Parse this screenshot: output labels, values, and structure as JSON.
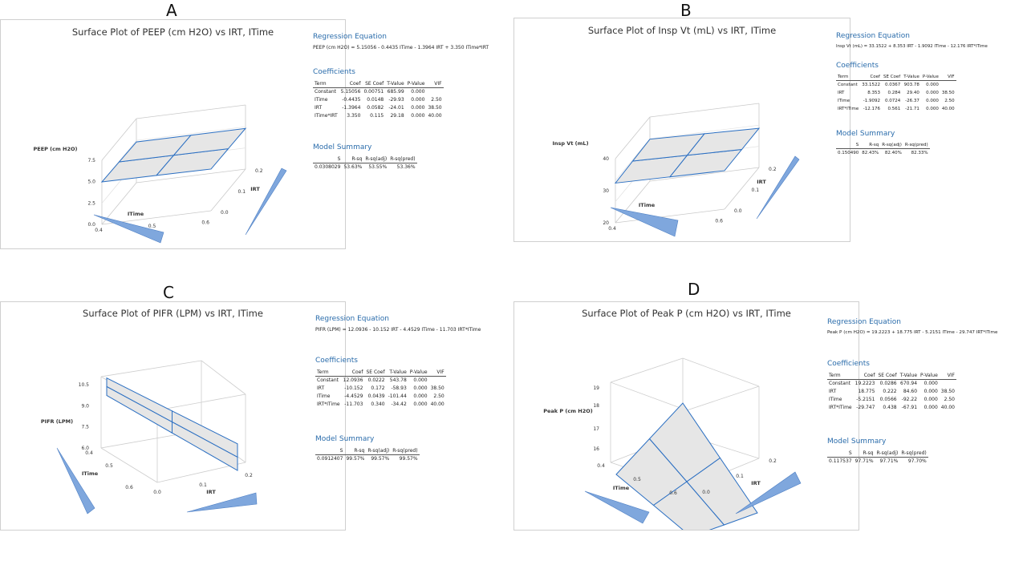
{
  "panels": [
    {
      "letter": "A",
      "title": "Surface Plot of PEEP (cm H2O) vs IRT, ITime",
      "zlabel": "PEEP (cm H2O)",
      "xlabel": "ITime",
      "ylabel": "IRT",
      "zticks": [
        "7.5",
        "5.0",
        "2.5",
        "0.0"
      ],
      "xticks": [
        "0.4",
        "0.5",
        "0.6"
      ],
      "yticks": [
        "0.2",
        "0.1",
        "0.0"
      ],
      "regression_heading": "Regression Equation",
      "equation": "PEEP (cm H2O)  =  5.15056 - 0.4435 ITime - 1.3964 IRT + 3.350 ITime*IRT",
      "coef_heading": "Coefficients",
      "coef_headers": [
        "Term",
        "Coef",
        "SE Coef",
        "T-Value",
        "P-Value",
        "VIF"
      ],
      "coef_rows": [
        [
          "Constant",
          "5.15056",
          "0.00751",
          "685.99",
          "0.000",
          ""
        ],
        [
          "ITime",
          "-0.4435",
          "0.0148",
          "-29.93",
          "0.000",
          "2.50"
        ],
        [
          "IRT",
          "-1.3964",
          "0.0582",
          "-24.01",
          "0.000",
          "38.50"
        ],
        [
          "ITime*IRT",
          "3.350",
          "0.115",
          "29.18",
          "0.000",
          "40.00"
        ]
      ],
      "summary_heading": "Model Summary",
      "summary_headers": [
        "S",
        "R-sq",
        "R-sq(adj)",
        "R-sq(pred)"
      ],
      "summary_row": [
        "0.0308029",
        "53.63%",
        "53.55%",
        "53.36%"
      ]
    },
    {
      "letter": "B",
      "title": "Surface Plot of Insp Vt (mL) vs IRT, ITime",
      "zlabel": "Insp Vt (mL)",
      "xlabel": "ITime",
      "ylabel": "IRT",
      "zticks": [
        "40",
        "30",
        "20"
      ],
      "xticks": [
        "0.4",
        "0.5",
        "0.6"
      ],
      "yticks": [
        "0.2",
        "0.1",
        "0.0"
      ],
      "regression_heading": "Regression Equation",
      "equation": "Insp Vt (mL)  =  33.1522 + 8.353 IRT - 1.9092 ITime - 12.176 IRT*ITime",
      "coef_heading": "Coefficients",
      "coef_headers": [
        "Term",
        "Coef",
        "SE Coef",
        "T-Value",
        "P-Value",
        "VIF"
      ],
      "coef_rows": [
        [
          "Constant",
          "33.1522",
          "0.0367",
          "903.78",
          "0.000",
          ""
        ],
        [
          "IRT",
          "8.353",
          "0.284",
          "29.40",
          "0.000",
          "38.50"
        ],
        [
          "ITime",
          "-1.9092",
          "0.0724",
          "-26.37",
          "0.000",
          "2.50"
        ],
        [
          "IRT*ITime",
          "-12.176",
          "0.561",
          "-21.71",
          "0.000",
          "40.00"
        ]
      ],
      "summary_heading": "Model Summary",
      "summary_headers": [
        "S",
        "R-sq",
        "R-sq(adj)",
        "R-sq(pred)"
      ],
      "summary_row": [
        "0.150490",
        "82.43%",
        "82.40%",
        "82.33%"
      ]
    },
    {
      "letter": "C",
      "title": "Surface Plot of PIFR (LPM) vs IRT, ITime",
      "zlabel": "PIFR (LPM)",
      "xlabel": "ITime",
      "ylabel": "IRT",
      "zticks": [
        "10.5",
        "9.0",
        "7.5",
        "6.0"
      ],
      "xticks": [
        "0.4",
        "0.5",
        "0.6"
      ],
      "yticks": [
        "0.0",
        "0.1",
        "0.2"
      ],
      "regression_heading": "Regression Equation",
      "equation": "PIFR (LPM)  =  12.0936 - 10.152 IRT - 4.4529 ITime - 11.703 IRT*ITime",
      "coef_heading": "Coefficients",
      "coef_headers": [
        "Term",
        "Coef",
        "SE Coef",
        "T-Value",
        "P-Value",
        "VIF"
      ],
      "coef_rows": [
        [
          "Constant",
          "12.0936",
          "0.0222",
          "543.78",
          "0.000",
          ""
        ],
        [
          "IRT",
          "-10.152",
          "0.172",
          "-58.93",
          "0.000",
          "38.50"
        ],
        [
          "ITime",
          "-4.4529",
          "0.0439",
          "-101.44",
          "0.000",
          "2.50"
        ],
        [
          "IRT*ITime",
          "-11.703",
          "0.340",
          "-34.42",
          "0.000",
          "40.00"
        ]
      ],
      "summary_heading": "Model Summary",
      "summary_headers": [
        "S",
        "R-sq",
        "R-sq(adj)",
        "R-sq(pred)"
      ],
      "summary_row": [
        "0.0912407",
        "99.57%",
        "99.57%",
        "99.57%"
      ]
    },
    {
      "letter": "D",
      "title": "Surface Plot of Peak P (cm H2O) vs IRT, ITime",
      "zlabel": "Peak P (cm H2O)",
      "xlabel": "ITime",
      "ylabel": "IRT",
      "zticks": [
        "19",
        "18",
        "17",
        "16"
      ],
      "xticks": [
        "0.4",
        "0.5",
        "0.6"
      ],
      "yticks": [
        "0.2",
        "0.1",
        "0.0"
      ],
      "regression_heading": "Regression Equation",
      "equation": "Peak P (cm H2O)  =  19.2223 + 18.775 IRT - 5.2151 ITime - 29.747 IRT*ITime",
      "coef_heading": "Coefficients",
      "coef_headers": [
        "Term",
        "Coef",
        "SE Coef",
        "T-Value",
        "P-Value",
        "VIF"
      ],
      "coef_rows": [
        [
          "Constant",
          "19.2223",
          "0.0286",
          "670.94",
          "0.000",
          ""
        ],
        [
          "IRT",
          "18.775",
          "0.222",
          "84.60",
          "0.000",
          "38.50"
        ],
        [
          "ITime",
          "-5.2151",
          "0.0566",
          "-92.22",
          "0.000",
          "2.50"
        ],
        [
          "IRT*ITime",
          "-29.747",
          "0.438",
          "-67.91",
          "0.000",
          "40.00"
        ]
      ],
      "summary_heading": "Model Summary",
      "summary_headers": [
        "S",
        "R-sq",
        "R-sq(adj)",
        "R-sq(pred)"
      ],
      "summary_row": [
        "0.117537",
        "97.71%",
        "97.71%",
        "97.70%"
      ]
    }
  ],
  "colors": {
    "surface_fill": "#e6e6e6",
    "surface_line": "#2b6fc2",
    "axis_wedge": "#7fa7dd",
    "heading": "#2a6cab"
  },
  "chart_data": [
    {
      "type": "surface",
      "title": "Surface Plot of PEEP (cm H2O) vs IRT, ITime",
      "xlabel": "ITime",
      "ylabel": "IRT",
      "zlabel": "PEEP (cm H2O)",
      "xlim": [
        0.4,
        0.6
      ],
      "ylim": [
        0.0,
        0.2
      ],
      "zlim": [
        0.0,
        7.5
      ],
      "x": [
        0.4,
        0.5,
        0.6
      ],
      "y": [
        0.0,
        0.1,
        0.2
      ],
      "z": [
        [
          4.97,
          4.93,
          4.88
        ],
        [
          4.87,
          4.85,
          4.82
        ],
        [
          4.77,
          4.76,
          4.76
        ]
      ]
    },
    {
      "type": "surface",
      "title": "Surface Plot of Insp Vt (mL) vs IRT, ITime",
      "xlabel": "ITime",
      "ylabel": "IRT",
      "zlabel": "Insp Vt (mL)",
      "xlim": [
        0.4,
        0.6
      ],
      "ylim": [
        0.0,
        0.2
      ],
      "zlim": [
        20,
        40
      ],
      "x": [
        0.4,
        0.5,
        0.6
      ],
      "y": [
        0.0,
        0.1,
        0.2
      ],
      "z": [
        [
          32.39,
          32.2,
          32.01
        ],
        [
          32.74,
          32.43,
          32.12
        ],
        [
          33.08,
          32.65,
          32.23
        ]
      ]
    },
    {
      "type": "surface",
      "title": "Surface Plot of PIFR (LPM) vs IRT, ITime",
      "xlabel": "ITime",
      "ylabel": "IRT",
      "zlabel": "PIFR (LPM)",
      "xlim": [
        0.4,
        0.6
      ],
      "ylim": [
        0.0,
        0.2
      ],
      "zlim": [
        6.0,
        10.5
      ],
      "x": [
        0.4,
        0.5,
        0.6
      ],
      "y": [
        0.0,
        0.1,
        0.2
      ],
      "z": [
        [
          10.31,
          9.87,
          9.42
        ],
        [
          8.83,
          8.27,
          7.71
        ],
        [
          7.36,
          6.68,
          6.0
        ]
      ]
    },
    {
      "type": "surface",
      "title": "Surface Plot of Peak P (cm H2O) vs IRT, ITime",
      "xlabel": "ITime",
      "ylabel": "IRT",
      "zlabel": "Peak P (cm H2O)",
      "xlim": [
        0.4,
        0.6
      ],
      "ylim": [
        0.0,
        0.2
      ],
      "zlim": [
        16,
        19
      ],
      "x": [
        0.4,
        0.5,
        0.6
      ],
      "y": [
        0.0,
        0.1,
        0.2
      ],
      "z": [
        [
          17.14,
          16.62,
          16.09
        ],
        [
          17.83,
          17.01,
          16.18
        ],
        [
          18.52,
          17.4,
          16.28
        ]
      ]
    }
  ]
}
